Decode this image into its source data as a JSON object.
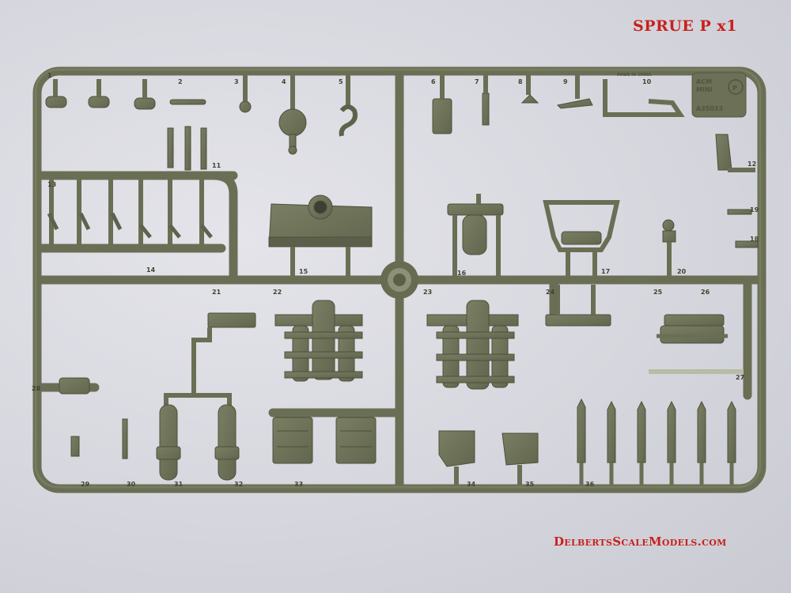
{
  "title": "SPRUE P x1",
  "watermark": "DelbertsScaleModels.com",
  "brand": {
    "logo_line1": "ACM",
    "logo_line2": "MINI",
    "letter": "P",
    "code": "A35033",
    "stamp": "MADE IN CHINA"
  },
  "part_numbers": [
    "1",
    "2",
    "3",
    "4",
    "5",
    "6",
    "7",
    "8",
    "9",
    "10",
    "11",
    "12",
    "13",
    "14",
    "15",
    "16",
    "17",
    "18",
    "19",
    "20",
    "21",
    "22",
    "23",
    "24",
    "25",
    "26",
    "27",
    "28",
    "29",
    "30",
    "31",
    "32",
    "33",
    "34",
    "35",
    "36"
  ],
  "colors": {
    "plastic": "#6f7358",
    "plastic_dark": "#51553f",
    "background": "#d6d7de",
    "text_red": "#c8201c"
  }
}
